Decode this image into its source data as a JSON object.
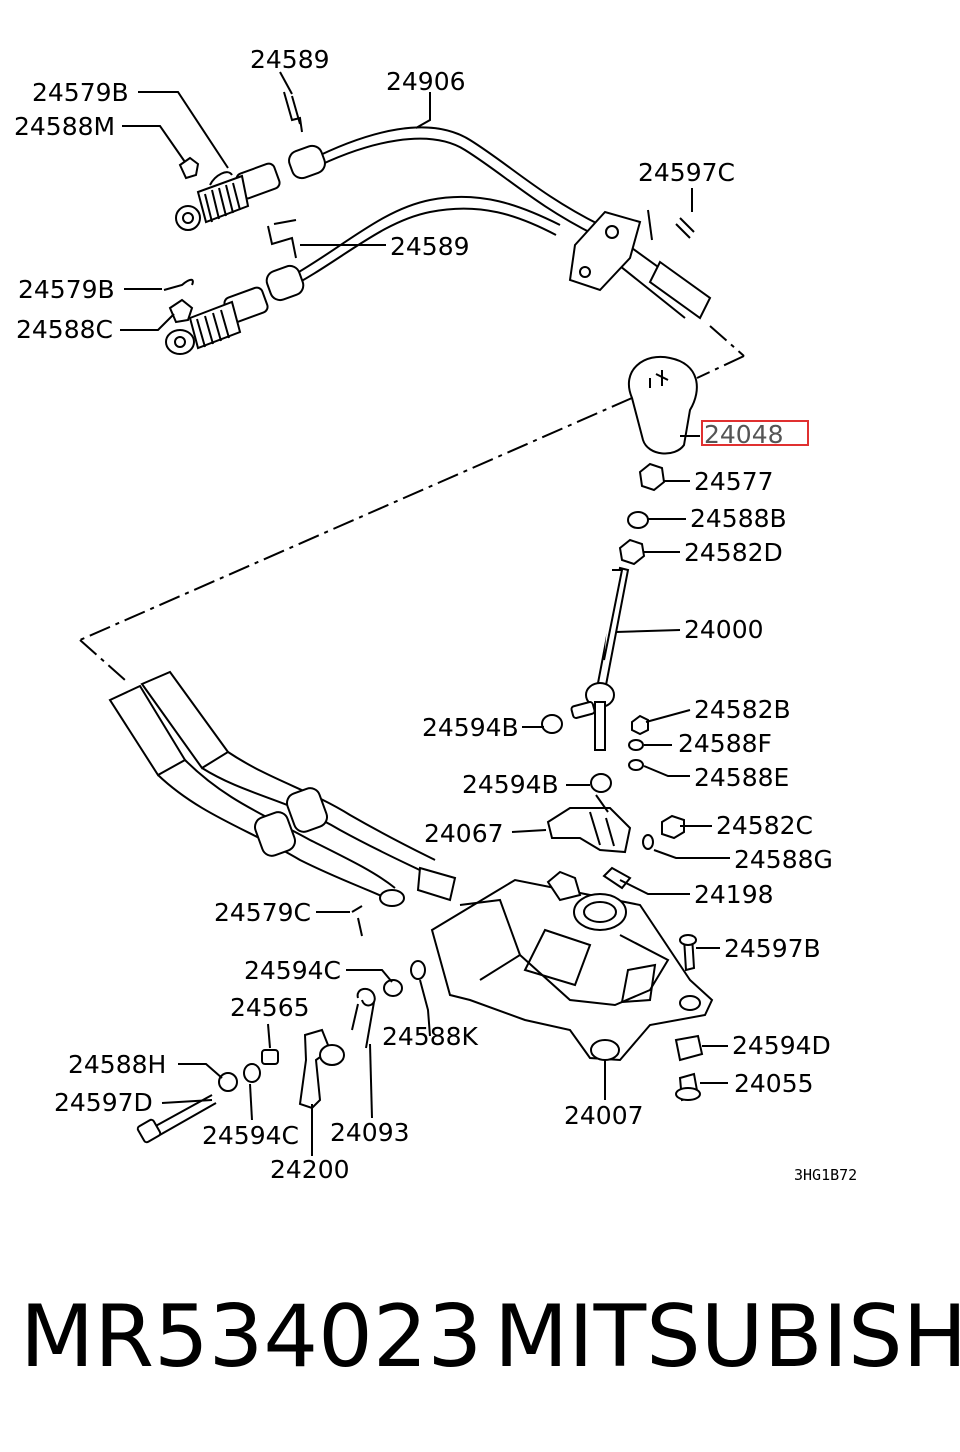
{
  "diagram": {
    "labels": {
      "p24589_top": "24589",
      "p24906": "24906",
      "p24579B_top": "24579B",
      "p24588M": "24588M",
      "p24597C": "24597C",
      "p24589_mid": "24589",
      "p24579B_mid": "24579B",
      "p24588C": "24588C",
      "p24048": "24048",
      "p24577": "24577",
      "p24588B": "24588B",
      "p24582D": "24582D",
      "p24000": "24000",
      "p24582B": "24582B",
      "p24594B_a": "24594B",
      "p24588F": "24588F",
      "p24594B_b": "24594B",
      "p24588E": "24588E",
      "p24067": "24067",
      "p24582C": "24582C",
      "p24588G": "24588G",
      "p24198": "24198",
      "p24579C": "24579C",
      "p24597B": "24597B",
      "p24594C_a": "24594C",
      "p24565": "24565",
      "p24588K": "24588K",
      "p24594D": "24594D",
      "p24588H": "24588H",
      "p24055": "24055",
      "p24597D": "24597D",
      "p24594C_b": "24594C",
      "p24093": "24093",
      "p24007": "24007",
      "p24200": "24200"
    },
    "code": "3HG1B72",
    "highlight_color": "#e03030"
  },
  "footer": {
    "part_number": "MR534023",
    "brand": "MITSUBISHI"
  }
}
